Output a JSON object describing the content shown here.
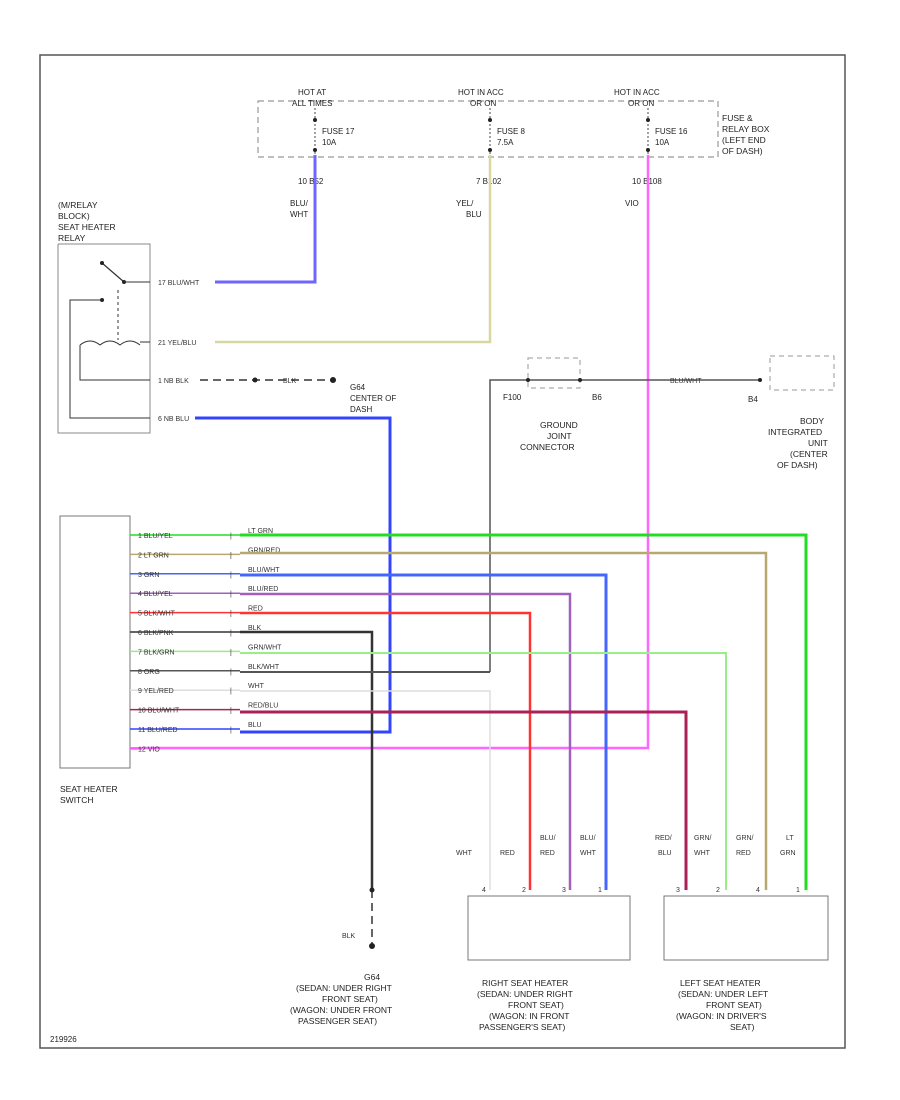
{
  "diagram_id": "219926",
  "fuse_block": {
    "label_lines": [
      "FUSE &",
      "RELAY BOX",
      "(LEFT END",
      "OF DASH)"
    ],
    "hot_labels": [
      [
        "HOT AT",
        "ALL TIMES"
      ],
      [
        "HOT IN ACC",
        "OR ON"
      ],
      [
        "HOT IN ACC",
        "OR ON"
      ]
    ],
    "fuses": [
      [
        "FUSE 17",
        "10A"
      ],
      [
        "FUSE 8",
        "7.5A"
      ],
      [
        "FUSE 16",
        "10A"
      ]
    ],
    "connectors": [
      "10 B52",
      "7 B102",
      "10 B108"
    ]
  },
  "wire_colors_top": [
    [
      "BLU/",
      "WHT"
    ],
    [
      "YEL/",
      "BLU"
    ],
    [
      "VIO"
    ]
  ],
  "relay": {
    "label_lines": [
      "(M/RELAY",
      "BLOCK)",
      "SEAT HEATER",
      "RELAY"
    ],
    "pins": [
      "17 BLU/WHT",
      "21 YEL/BLU",
      "1 NB BLK",
      "6 NB BLU"
    ]
  },
  "ground_mid": {
    "wire": "BLK",
    "label_lines": [
      "G64",
      "CENTER OF",
      "DASH"
    ]
  },
  "ground_joint": {
    "pins": [
      "F100",
      "B6"
    ],
    "label_lines": [
      "GROUND",
      "JOINT",
      "CONNECTOR"
    ],
    "wire": "BLU/WHT"
  },
  "body_unit": {
    "pin": "B4",
    "label_lines": [
      "BODY",
      "INTEGRATED",
      "UNIT",
      "(CENTER",
      "OF DASH)"
    ]
  },
  "switch": {
    "label_lines": [
      "SEAT HEATER",
      "SWITCH"
    ],
    "rows": [
      {
        "left": "1 BLU/YEL",
        "right": "LT GRN",
        "color": "#22dd22"
      },
      {
        "left": "2 LT GRN",
        "right": "GRN/RED",
        "color": "#b8a870"
      },
      {
        "left": "3 GRN",
        "right": "BLU/WHT",
        "color": "#4466ff"
      },
      {
        "left": "4 BLU/YEL",
        "right": "BLU/RED",
        "color": "#a060c0"
      },
      {
        "left": "5 BLK/WHT",
        "right": "RED",
        "color": "#ff3333"
      },
      {
        "left": "6 BLK/PNK",
        "right": "BLK",
        "color": "#333333"
      },
      {
        "left": "7 BLK/GRN",
        "right": "GRN/WHT",
        "color": "#99ee88"
      },
      {
        "left": "8 ORG",
        "right": "BLK/WHT",
        "color": "#555555"
      },
      {
        "left": "9 YEL/RED",
        "right": "WHT",
        "color": "#dddddd"
      },
      {
        "left": "10 BLU/WHT",
        "right": "RED/BLU",
        "color": "#aa2255"
      },
      {
        "left": "11 BLU/RED",
        "right": "BLU",
        "color": "#3344ff"
      },
      {
        "left": "12 VIO",
        "right": "",
        "color": "#ff55ff"
      }
    ]
  },
  "ground_bottom": {
    "wire": "BLK",
    "label_lines": [
      "G64",
      "(SEDAN: UNDER RIGHT",
      "FRONT SEAT)",
      "(WAGON: UNDER FRONT",
      "PASSENGER SEAT)"
    ]
  },
  "right_heater": {
    "wire_labels": [
      [
        "WHT"
      ],
      [
        "RED"
      ],
      [
        "BLU/",
        "RED"
      ],
      [
        "BLU/",
        "WHT"
      ]
    ],
    "pins": [
      "4",
      "2",
      "3",
      "1"
    ],
    "label_lines": [
      "RIGHT SEAT HEATER",
      "(SEDAN: UNDER RIGHT",
      "FRONT SEAT)",
      "(WAGON: IN FRONT",
      "PASSENGER'S SEAT)"
    ]
  },
  "left_heater": {
    "wire_labels": [
      [
        "RED/",
        "BLU"
      ],
      [
        "GRN/",
        "WHT"
      ],
      [
        "GRN/",
        "RED"
      ],
      [
        "LT",
        "GRN"
      ]
    ],
    "pins": [
      "3",
      "2",
      "4",
      "1"
    ],
    "label_lines": [
      "LEFT SEAT HEATER",
      "(SEDAN: UNDER LEFT",
      "FRONT SEAT)",
      "(WAGON: IN DRIVER'S",
      "SEAT)"
    ]
  },
  "colors": {
    "blu_wht": "#6f66ff",
    "yel_blu": "#d8d7a4",
    "vio": "#ff66ff",
    "blu": "#3344ff",
    "blk": "#333333"
  }
}
